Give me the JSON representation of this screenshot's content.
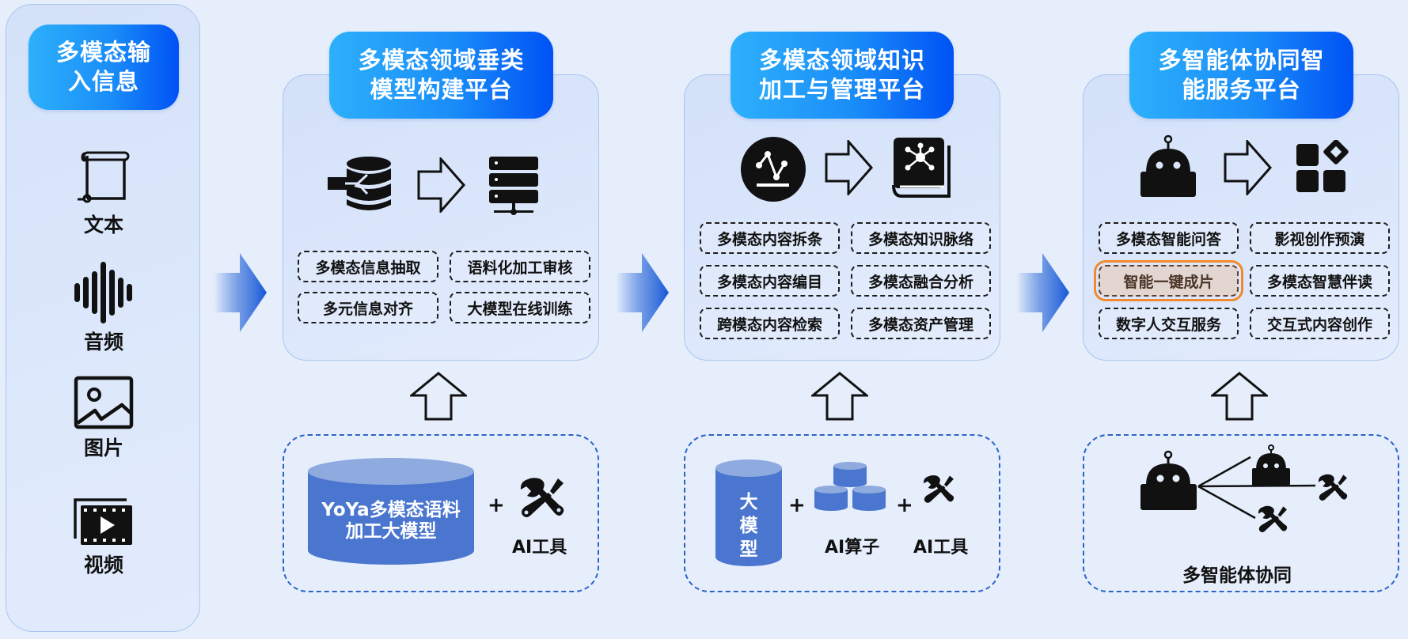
{
  "input": {
    "title": "多模态输\n入信息",
    "title_line1": "多模态输",
    "title_line2": "入信息",
    "items": [
      {
        "label": "文本",
        "icon": "scroll-document-icon"
      },
      {
        "label": "音频",
        "icon": "audio-waveform-icon"
      },
      {
        "label": "图片",
        "icon": "image-icon"
      },
      {
        "label": "视频",
        "icon": "video-film-icon"
      }
    ]
  },
  "platforms": [
    {
      "title_line1": "多模态领域垂类",
      "title_line2": "模型构建平台",
      "icons": [
        "database-import-icon",
        "outline-arrow-right-icon",
        "server-network-icon"
      ],
      "chips": [
        "多模态信息抽取",
        "语料化加工审核",
        "多元信息对齐",
        "大模型在线训练"
      ],
      "base": {
        "model_line1": "YoYa多模态语料",
        "model_line2": "加工大模型",
        "plus": "+",
        "tool_label": "AI工具"
      }
    },
    {
      "title_line1": "多模态领域知识",
      "title_line2": "加工与管理平台",
      "icons": [
        "analytics-circle-icon",
        "outline-arrow-right-icon",
        "knowledge-graph-book-icon"
      ],
      "chips": [
        "多模态内容拆条",
        "多模态知识脉络",
        "多模态内容编目",
        "多模态融合分析",
        "跨模态内容检索",
        "多模态资产管理"
      ],
      "base": {
        "model_chars": [
          "大",
          "模",
          "型"
        ],
        "plus": "+",
        "operator_label": "AI算子",
        "tool_label": "AI工具"
      }
    },
    {
      "title_line1": "多智能体协同智",
      "title_line2": "能服务平台",
      "icons": [
        "robot-icon",
        "outline-arrow-right-icon",
        "apps-grid-icon"
      ],
      "chips": [
        "多模态智能问答",
        "影视创作预演",
        "智能一键成片",
        "多模态智慧伴读",
        "数字人交互服务",
        "交互式内容创作"
      ],
      "highlighted_chip": "智能一键成片",
      "base": {
        "label": "多智能体协同"
      }
    }
  ],
  "colors": {
    "background": "#e6eefc",
    "title_gradient_start": "#2db0fb",
    "title_gradient_end": "#0052f5",
    "cylinder_blue": "#4a76cf",
    "cylinder_top": "#8eaade",
    "highlight_orange": "#f08a2c",
    "dashed_blue": "#2c63c9"
  }
}
